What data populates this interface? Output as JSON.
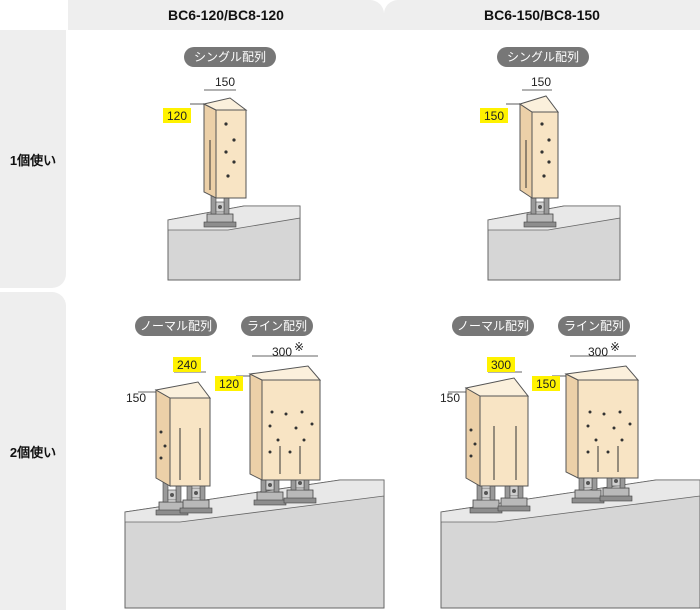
{
  "columns": [
    "BC6-120/BC8-120",
    "BC6-150/BC8-150"
  ],
  "rows": [
    "1個使い",
    "2個使い"
  ],
  "colors": {
    "highlight": "#fff200",
    "pill": "#777777",
    "post": "#f8e4c4",
    "foundation": "#d6d6d6"
  },
  "panels": {
    "single_left": {
      "label": "シングル配列",
      "width_dim": "150",
      "depth_dim": "120"
    },
    "single_right": {
      "label": "シングル配列",
      "width_dim": "150",
      "depth_dim": "150"
    },
    "double_left": {
      "normal_label": "ノーマル配列",
      "line_label": "ライン配列",
      "normal_width_dim": "240",
      "normal_depth_dim": "150",
      "line_width_dim": "300",
      "line_width_note": "※",
      "line_depth_dim": "120"
    },
    "double_right": {
      "normal_label": "ノーマル配列",
      "line_label": "ライン配列",
      "normal_width_dim": "300",
      "normal_depth_dim": "150",
      "line_width_dim": "300",
      "line_width_note": "※",
      "line_depth_dim": "150"
    }
  }
}
